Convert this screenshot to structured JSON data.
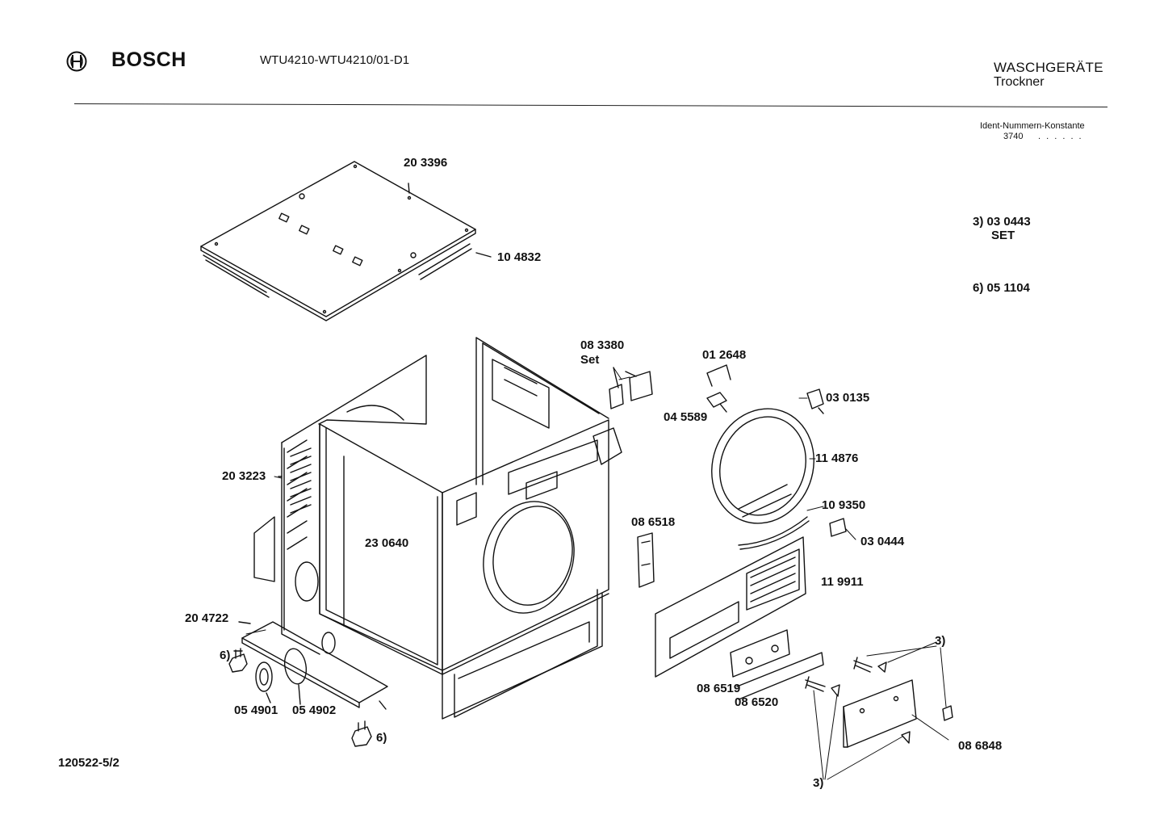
{
  "header": {
    "brand": "BOSCH",
    "model": "WTU4210-WTU4210/01-D1",
    "category": "WASCHGERÄTE",
    "subcategory": "Trockner",
    "ident_label": "Ident-Nummern-Konstante",
    "ident_code": "3740",
    "ident_dots": ". .  . . . ."
  },
  "notes": {
    "note3_code": "3) 03 0443",
    "note3_sub": "SET",
    "note6_code": "6) 05 1104"
  },
  "parts": {
    "p203396": "20 3396",
    "p104832": "10 4832",
    "p083380": "08 3380",
    "p083380_set": "Set",
    "p012648": "01 2648",
    "p045589": "04 5589",
    "p030135": "03 0135",
    "p114876": "11 4876",
    "p109350": "10 9350",
    "p030444": "03 0444",
    "p119911": "11 9911",
    "p086518": "08 6518",
    "p203223": "20 3223",
    "p230640": "23 0640",
    "p204722": "20 4722",
    "p054901": "05 4901",
    "p054902": "05 4902",
    "p086519": "08 6519",
    "p086520": "08 6520",
    "p086848": "08 6848",
    "ref6_a": "6)",
    "ref6_b": "6)",
    "ref3_a": "3)",
    "ref3_b": "3)"
  },
  "footer": {
    "drawing_number": "120522-5/2"
  }
}
